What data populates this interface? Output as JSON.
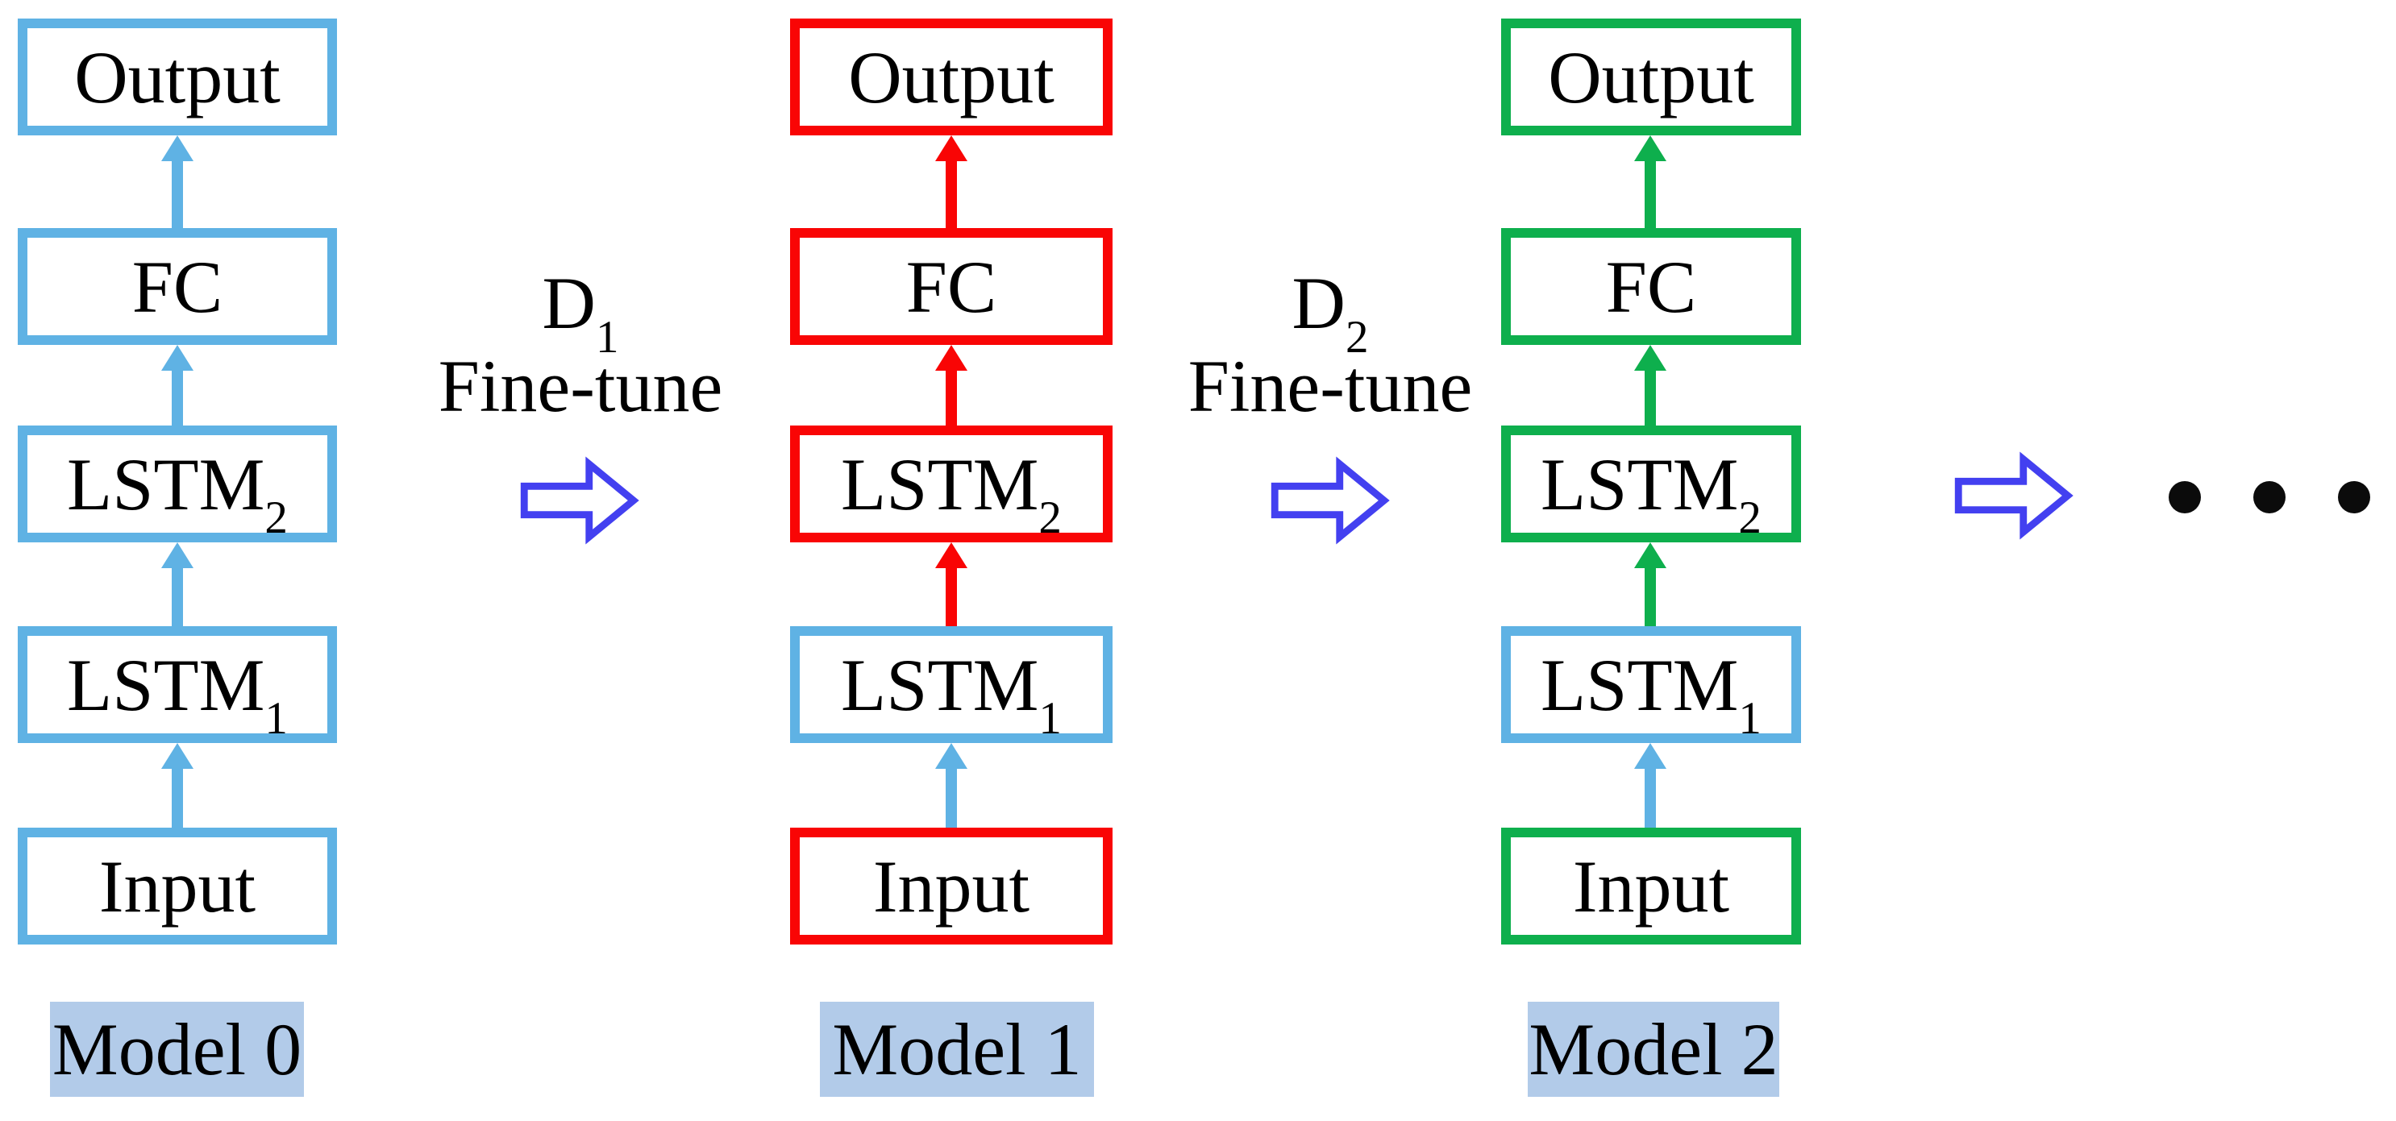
{
  "figure": {
    "description": "Transfer-learning LSTM pipeline diagram",
    "models": [
      {
        "name": "Model 0",
        "layers": [
          {
            "label": "Input"
          },
          {
            "label": "LSTM",
            "sub": "1"
          },
          {
            "label": "LSTM",
            "sub": "2"
          },
          {
            "label": "FC"
          },
          {
            "label": "Output"
          }
        ]
      },
      {
        "name": "Model 1",
        "layers": [
          {
            "label": "Input"
          },
          {
            "label": "LSTM",
            "sub": "1"
          },
          {
            "label": "LSTM",
            "sub": "2"
          },
          {
            "label": "FC"
          },
          {
            "label": "Output"
          }
        ]
      },
      {
        "name": "Model 2",
        "layers": [
          {
            "label": "Input"
          },
          {
            "label": "LSTM",
            "sub": "1"
          },
          {
            "label": "LSTM",
            "sub": "2"
          },
          {
            "label": "FC"
          },
          {
            "label": "Output"
          }
        ]
      }
    ],
    "transitions": [
      {
        "dataset": "D",
        "dataset_sub": "1",
        "action": "Fine-tune"
      },
      {
        "dataset": "D",
        "dataset_sub": "2",
        "action": "Fine-tune"
      }
    ],
    "continuation_dots": 3,
    "colors": {
      "pretrained_blue": "#5FB2E4",
      "finetune_red": "#F90505",
      "finetune_green": "#0EAF4D",
      "transition_arrow_blue": "#4340F0",
      "model_label_fill": "#B2CBE9",
      "text_black": "#000000"
    }
  }
}
